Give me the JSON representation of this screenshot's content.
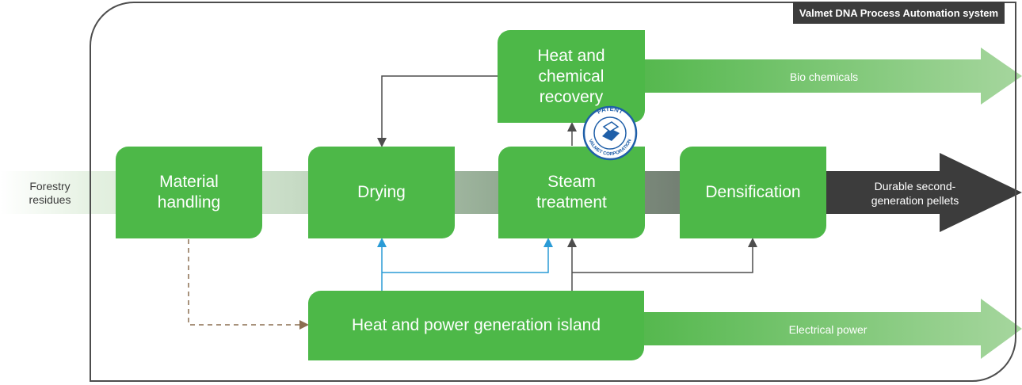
{
  "system_badge": "Valmet DNA Process Automation system",
  "input_label": "Forestry\nresidues",
  "process": {
    "material_handling": "Material\nhandling",
    "drying": "Drying",
    "steam_treatment": "Steam\ntreatment",
    "densification": "Densification",
    "heat_chemical_recovery": "Heat and\nchemical\nrecovery",
    "heat_power_island": "Heat and power generation island"
  },
  "outputs": {
    "bio_chemicals": "Bio chemicals",
    "pellets": "Durable second-\ngeneration pellets",
    "electrical_power": "Electrical power"
  },
  "seal": {
    "top_text": "PATENT",
    "side_text": "VALMET CORPORATION"
  },
  "colors": {
    "green": "#4db848",
    "light_green": "#a8d8a0",
    "dark_gray": "#3c3c3c",
    "blue_line": "#2a9bd6",
    "brown_dash": "#8b6e50",
    "seal_blue": "#1f5fa8"
  }
}
